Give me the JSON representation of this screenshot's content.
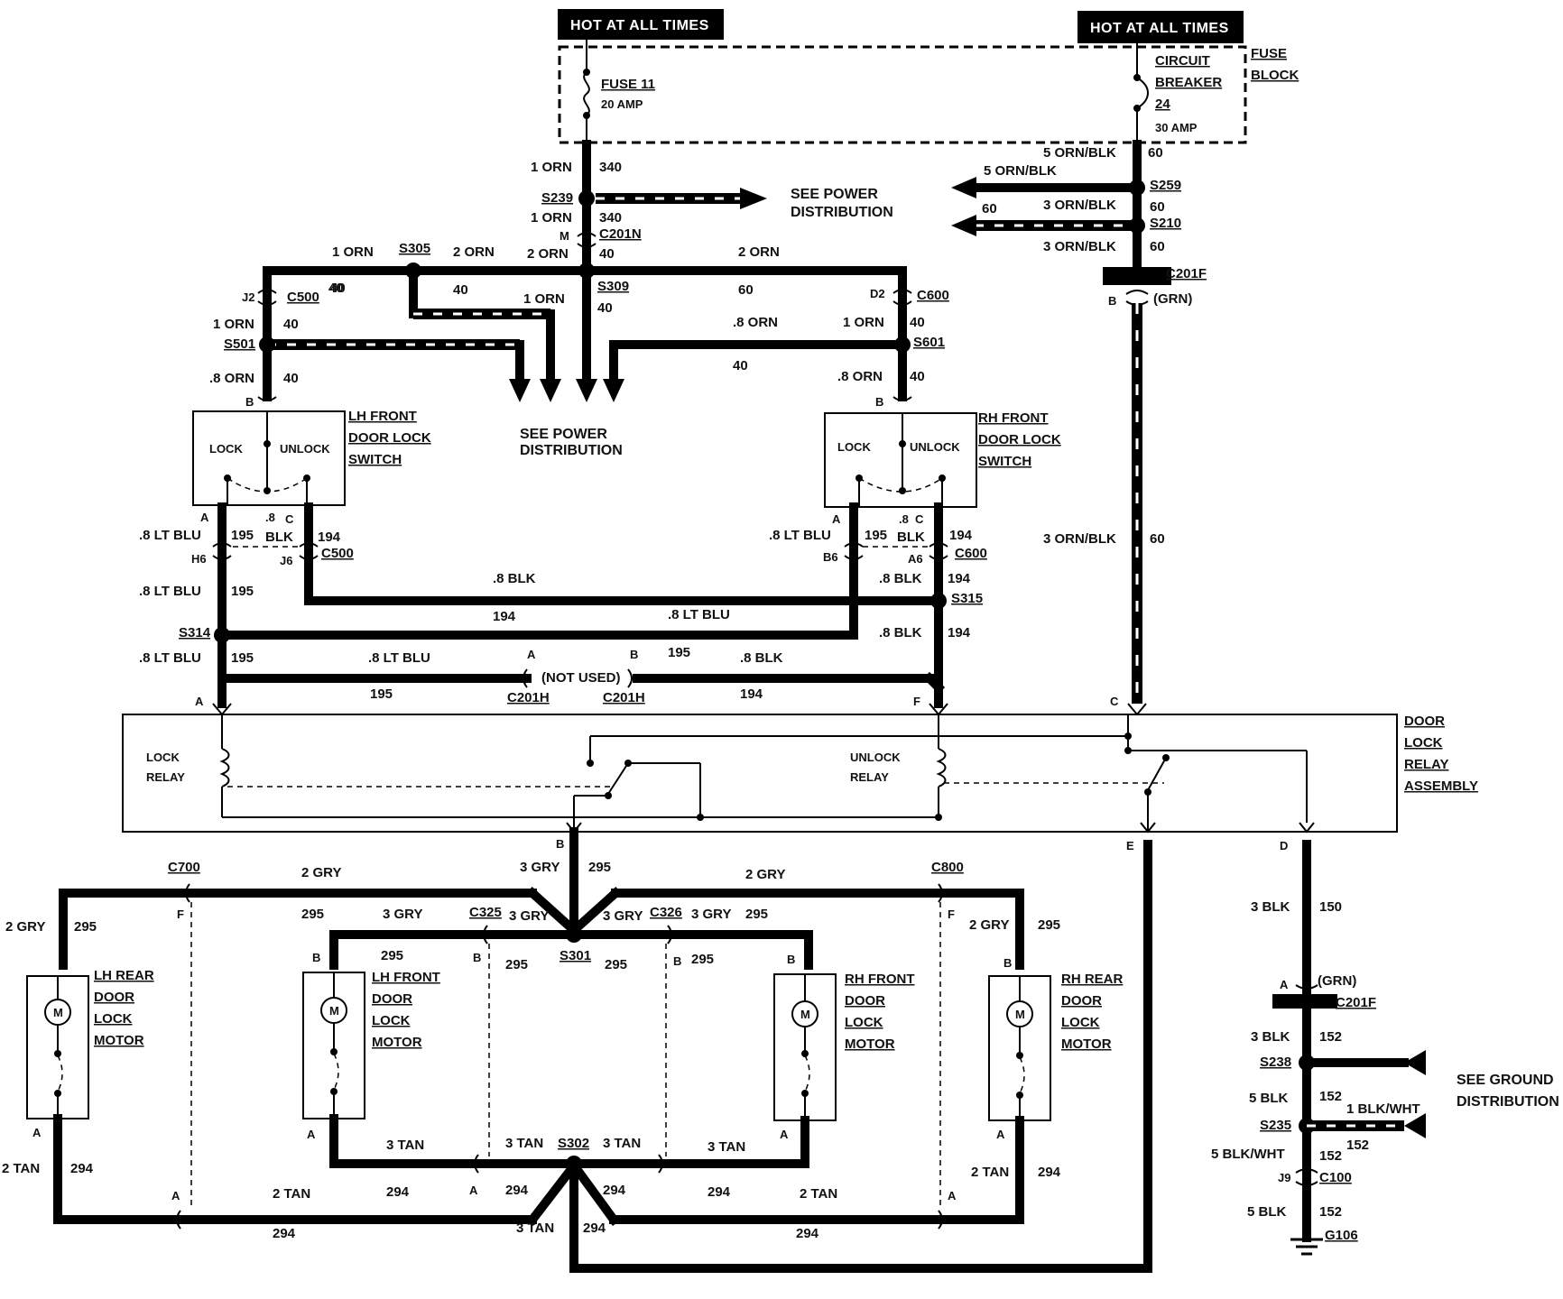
{
  "power": {
    "hot_left": "HOT AT ALL TIMES",
    "hot_right": "HOT AT ALL TIMES",
    "fuse_name": "FUSE 11",
    "fuse_amp": "20 AMP",
    "cb_line1": "CIRCUIT",
    "cb_line2": "BREAKER",
    "cb_line3": "24",
    "cb_amp": "30 AMP",
    "fuse_block_1": "FUSE",
    "fuse_block_2": "BLOCK"
  },
  "feed": {
    "w1": "1 ORN",
    "c1": "340",
    "s239": "S239",
    "w2": "1 ORN",
    "c2": "340",
    "m": "M",
    "c201n": "C201N",
    "w3": "2 ORN",
    "c3": "40",
    "s305": "S305",
    "w4": "1 ORN",
    "w5": "2 ORN",
    "c4": "40",
    "c5": "40",
    "w6": "2 ORN",
    "c6": "60",
    "s309": "S309",
    "c7": "40",
    "w7": "1 ORN",
    "see_power_1": "SEE POWER",
    "see_power_2": "DISTRIBUTION",
    "see_power_3": "SEE POWER",
    "see_power_4": "DISTRIBUTION",
    "j2": "J2",
    "c500": "C500",
    "c8": "40",
    "w8": "1 ORN",
    "c9": "40",
    "s501": "S501",
    "w9": ".8 ORN",
    "c10": "40",
    "d2": "D2",
    "c600": "C600",
    "w10": ".8 ORN",
    "w11": "1 ORN",
    "c11": "40",
    "s601": "S601",
    "c12": "40",
    "w12": ".8 ORN",
    "c13": "40"
  },
  "rightfeed": {
    "w1": "5 ORN/BLK",
    "c1": "60",
    "w2": "5 ORN/BLK",
    "s259": "S259",
    "c2": "60",
    "c3": "60",
    "w3": "3 ORN/BLK",
    "s210": "S210",
    "w4": "3 ORN/BLK",
    "c4": "60",
    "c201f": "C201F",
    "b": "B",
    "grn": "(GRN)",
    "w5": "3 ORN/BLK",
    "c5": "60",
    "c": "C"
  },
  "switches": {
    "lh_1": "LH FRONT",
    "lh_2": "DOOR LOCK",
    "lh_3": "SWITCH",
    "rh_1": "RH FRONT",
    "rh_2": "DOOR LOCK",
    "rh_3": "SWITCH",
    "lock": "LOCK",
    "unlock": "UNLOCK",
    "lock2": "LOCK",
    "unlock2": "UNLOCK",
    "b1": "B",
    "b2": "B"
  },
  "switch_out": {
    "a1": "A",
    "w1": ".8 LT BLU",
    "c1": "195",
    "p8": ".8",
    "c_1": "C",
    "blk": "BLK",
    "c2": "194",
    "h6": "H6",
    "j6": "J6",
    "c500": "C500",
    "w2": ".8 LT BLU",
    "c3": "195",
    "w3": ".8 BLK",
    "c4": "194",
    "w4": ".8 LT BLU",
    "s314": "S314",
    "w5": ".8 LT BLU",
    "c5": "195",
    "w6": ".8 LT BLU",
    "a_lbl": "A",
    "b_lbl": "B",
    "c6": "195",
    "w7": ".8 BLK",
    "not_used": "(NOT USED)",
    "c7": "195",
    "c201h_1": "C201H",
    "c201h_2": "C201H",
    "c8": "194",
    "a2": "A",
    "w8": ".8 LT BLU",
    "c9": "195",
    "p8b": ".8",
    "c_2": "C",
    "blk2": "BLK",
    "c10": "194",
    "b6": "B6",
    "a6": "A6",
    "c600": "C600",
    "w9": ".8 BLK",
    "c11": "194",
    "s315": "S315",
    "w10": ".8 BLK",
    "c12": "194",
    "a_relay": "A",
    "f_relay": "F"
  },
  "relay": {
    "lock_1": "LOCK",
    "lock_2": "RELAY",
    "unlock_1": "UNLOCK",
    "unlock_2": "RELAY",
    "t1": "DOOR",
    "t2": "LOCK",
    "t3": "RELAY",
    "t4": "ASSEMBLY",
    "b": "B",
    "e": "E",
    "d": "D"
  },
  "motors": {
    "c700": "C700",
    "c800": "C800",
    "lr_1": "LH REAR",
    "lr_2": "DOOR",
    "lr_3": "LOCK",
    "lr_4": "MOTOR",
    "lf_1": "LH FRONT",
    "lf_2": "DOOR",
    "lf_3": "LOCK",
    "lf_4": "MOTOR",
    "rf_1": "RH FRONT",
    "rf_2": "DOOR",
    "rf_3": "LOCK",
    "rf_4": "MOTOR",
    "rr_1": "RH REAR",
    "rr_2": "DOOR",
    "rr_3": "LOCK",
    "rr_4": "MOTOR",
    "m": "M"
  },
  "gry": {
    "w1": "3 GRY",
    "c1": "295",
    "w2": "2 GRY",
    "w3": "2 GRY",
    "f1": "F",
    "f2": "F",
    "w4": "2 GRY",
    "c2": "295",
    "c3": "295",
    "w5": "3 GRY",
    "c325": "C325",
    "w6": "3 GRY",
    "w7": "3 GRY",
    "c326": "C326",
    "w8": "3 GRY",
    "c4": "295",
    "w9": "2 GRY",
    "c5": "295",
    "b1": "B",
    "c6": "295",
    "b2": "B",
    "c7": "295",
    "s301": "S301",
    "c8": "295",
    "b3": "B",
    "c9": "295",
    "b4": "B",
    "b5": "B"
  },
  "tan": {
    "a1": "A",
    "a2": "A",
    "a3": "A",
    "a4": "A",
    "w1": "3 TAN",
    "w2": "3 TAN",
    "s302": "S302",
    "w3": "3 TAN",
    "w4": "3 TAN",
    "w5": "2 TAN",
    "c1": "294",
    "a5": "A",
    "w6": "2 TAN",
    "c2": "294",
    "a6": "A",
    "c3": "294",
    "c4": "294",
    "c5": "294",
    "w7": "2 TAN",
    "a7": "A",
    "w8": "2 TAN",
    "c6": "294",
    "c7": "294",
    "w9": "3 TAN",
    "c8": "294",
    "c9": "294"
  },
  "ground": {
    "w1": "3 BLK",
    "c1": "150",
    "a": "A",
    "grn": "(GRN)",
    "c201f": "C201F",
    "w2": "3 BLK",
    "c2": "152",
    "s238": "S238",
    "see_1": "SEE GROUND",
    "see_2": "DISTRIBUTION",
    "w3": "5 BLK",
    "c3": "152",
    "w4": "1 BLK/WHT",
    "s235": "S235",
    "c4": "152",
    "w5": "5 BLK/WHT",
    "c5": "152",
    "j9": "J9",
    "c100": "C100",
    "w6": "5 BLK",
    "c6": "152",
    "g106": "G106"
  }
}
